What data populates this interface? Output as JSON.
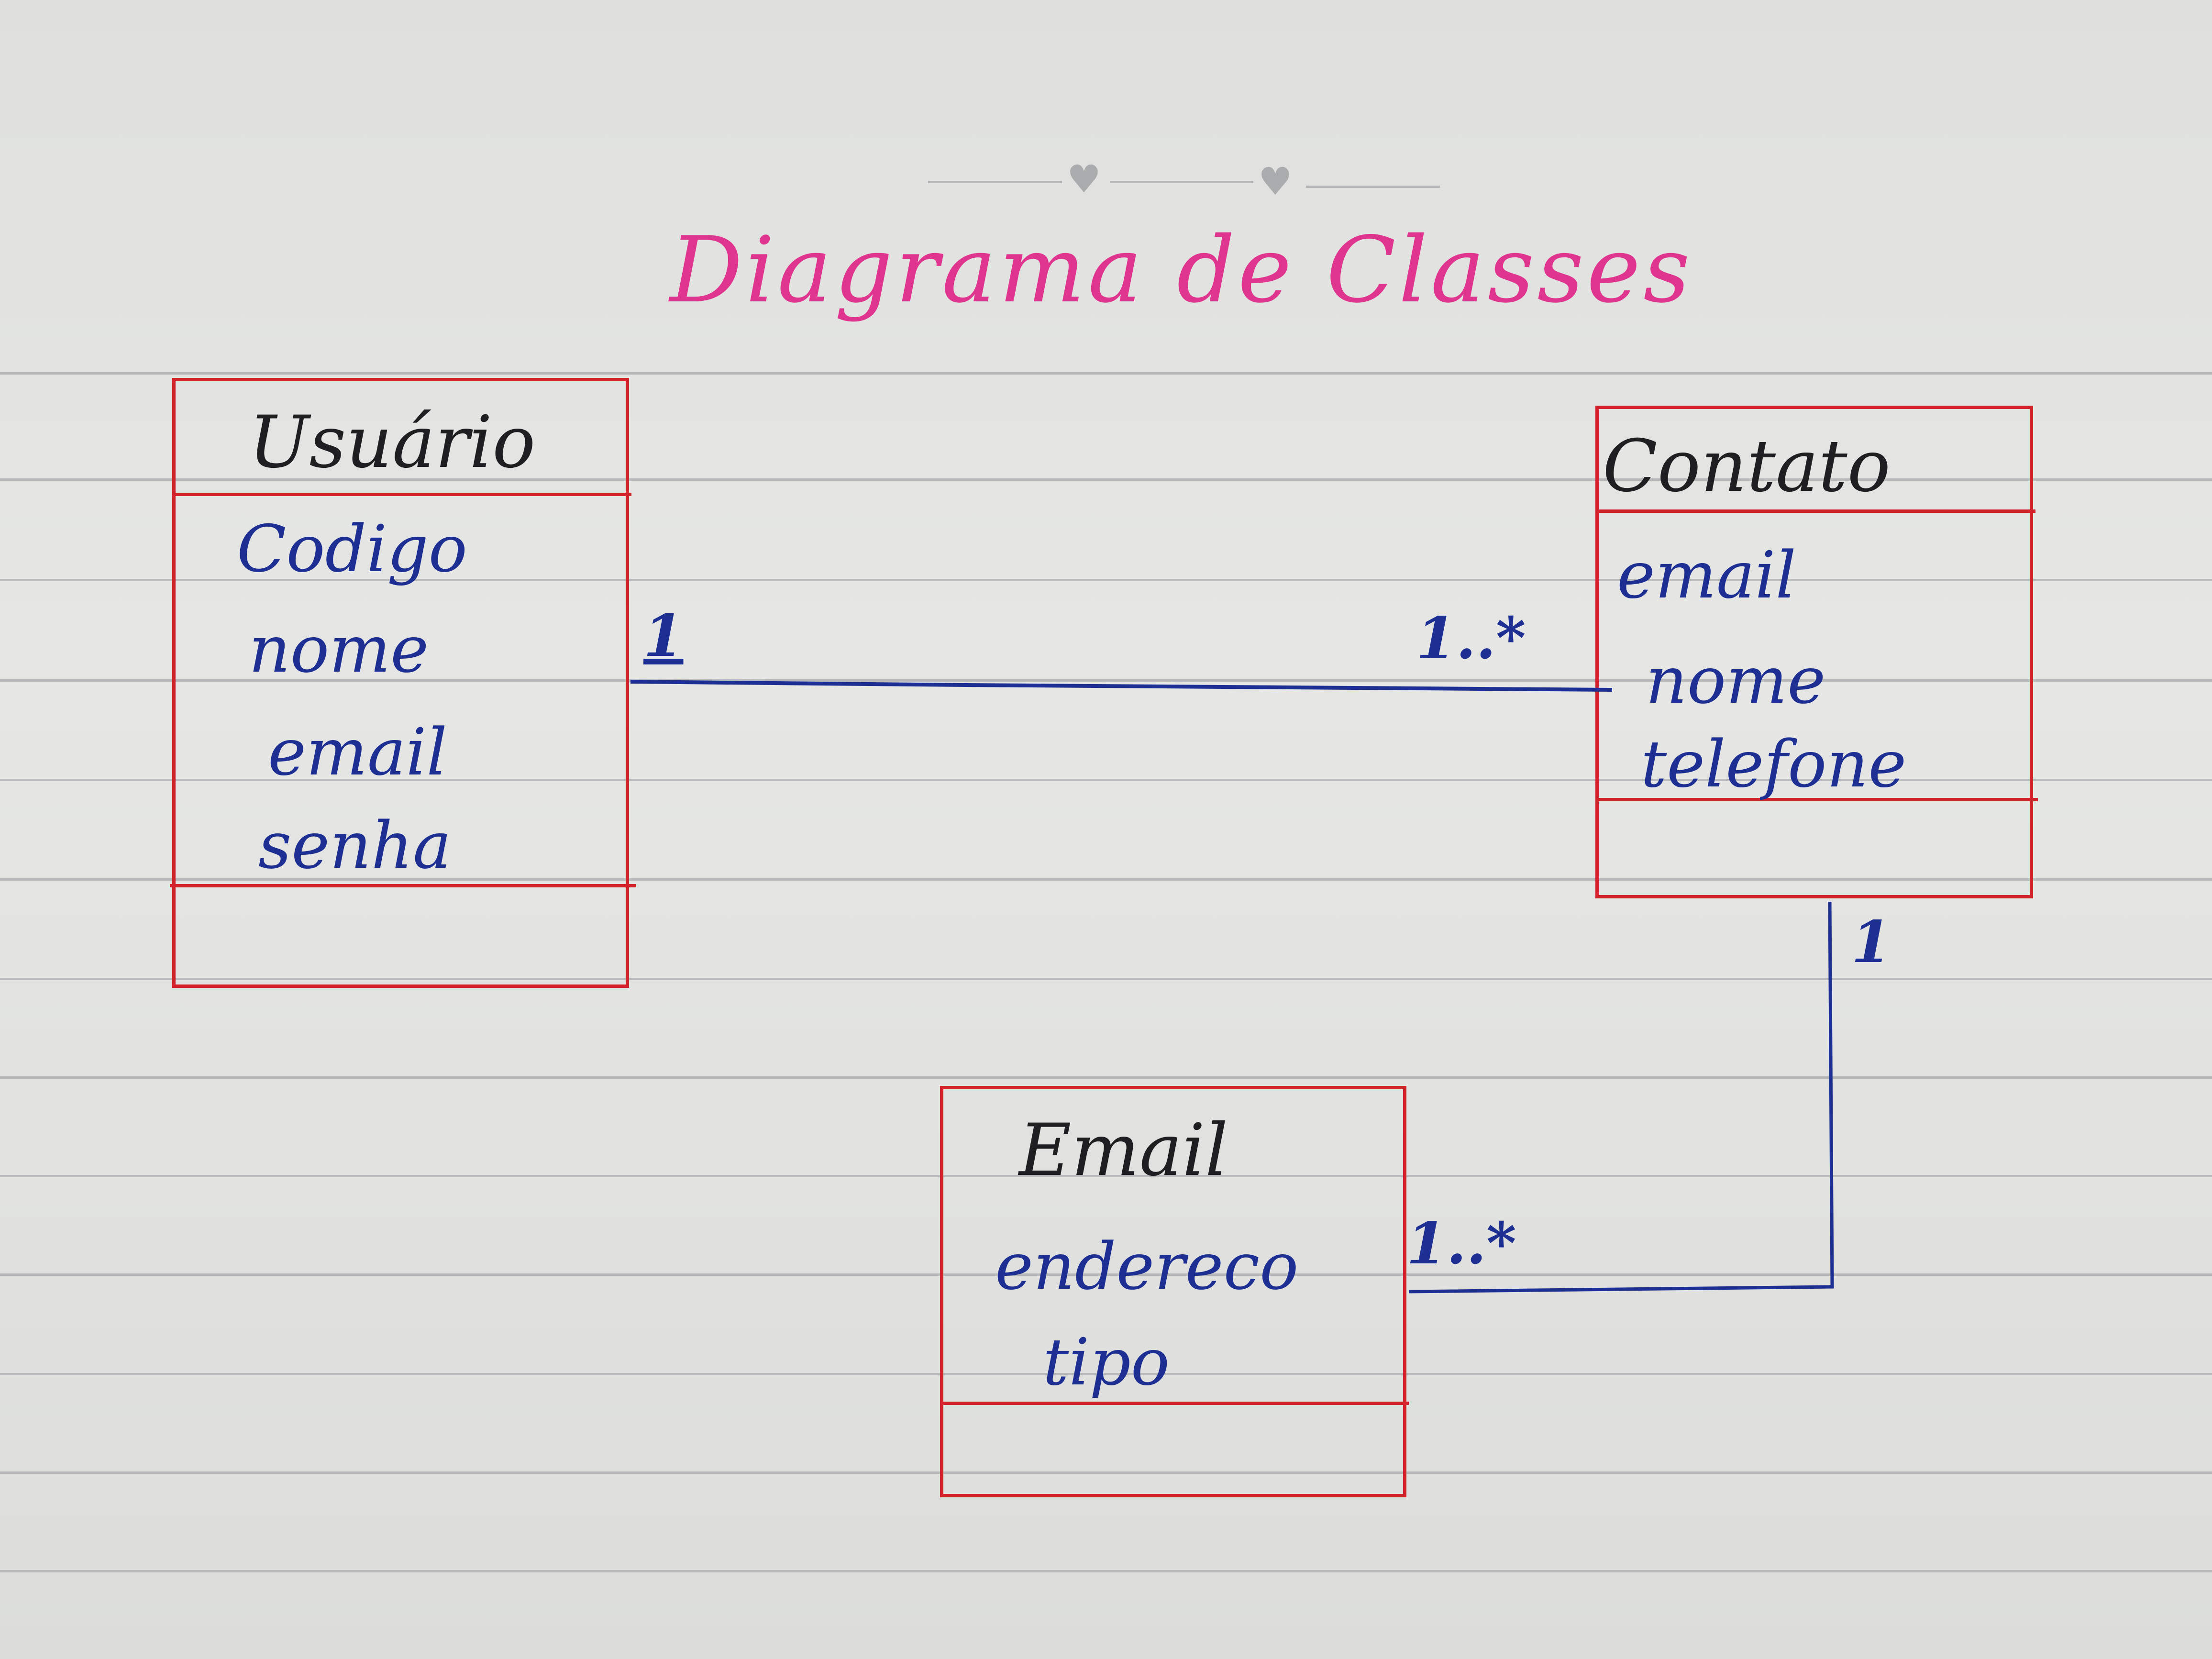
{
  "title": "Diagrama de Classes",
  "classes": {
    "usuario": {
      "name": "Usuário",
      "attributes": [
        "Codigo",
        "nome",
        "email",
        "senha"
      ]
    },
    "contato": {
      "name": "Contato",
      "attributes": [
        "email",
        "nome",
        "telefone"
      ]
    },
    "email": {
      "name": "Email",
      "attributes": [
        "endereco",
        "tipo"
      ]
    }
  },
  "associations": {
    "usuario_contato": {
      "from_mult": "1",
      "to_mult": "1..*"
    },
    "contato_email": {
      "from_mult": "1",
      "to_mult": "1..*"
    }
  },
  "colors": {
    "title": "#e0358f",
    "box_border": "#d4222c",
    "ink_blue": "#1e2f93",
    "ink_black": "#1f1f22"
  },
  "icons": [
    "heart-icon",
    "heart-icon"
  ]
}
